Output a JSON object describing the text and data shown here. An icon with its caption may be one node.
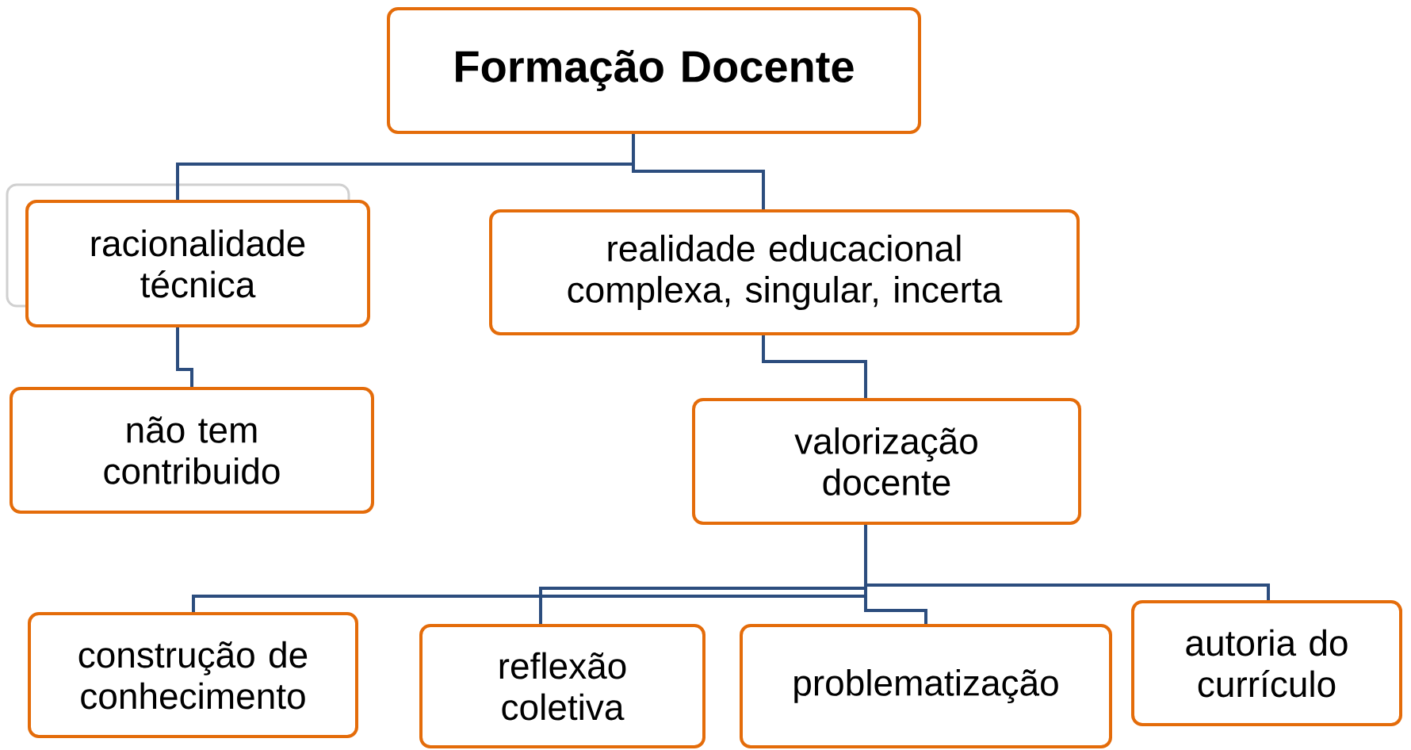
{
  "diagram": {
    "nodes": [
      {
        "text": [
          "Formação Docente"
        ]
      },
      {
        "text": [
          "racionalidade técnica"
        ]
      },
      {
        "text": [
          "realidade educacional complexa, singular, incerta"
        ]
      },
      {
        "text": [
          "não tem contribuido"
        ]
      },
      {
        "text": [
          "valorização docente"
        ]
      },
      {
        "text": [
          "construção de conhecimento"
        ]
      },
      {
        "text": [
          "reflexão coletiva"
        ]
      },
      {
        "text": [
          "problematização"
        ]
      },
      {
        "text": [
          "autoria do currículo"
        ]
      }
    ],
    "edges": [
      {
        "from": 0,
        "to": 1,
        "arrow": "none"
      },
      {
        "from": 0,
        "to": 2,
        "arrow": "none"
      },
      {
        "from": 1,
        "to": 3,
        "arrow": "none"
      },
      {
        "from": 2,
        "to": 4,
        "arrow": "none"
      },
      {
        "from": 4,
        "to": 5,
        "arrow": "none"
      },
      {
        "from": 4,
        "to": 6,
        "arrow": "none"
      },
      {
        "from": 4,
        "to": 7,
        "arrow": "none"
      },
      {
        "from": 4,
        "to": 8,
        "arrow": "none"
      }
    ]
  }
}
